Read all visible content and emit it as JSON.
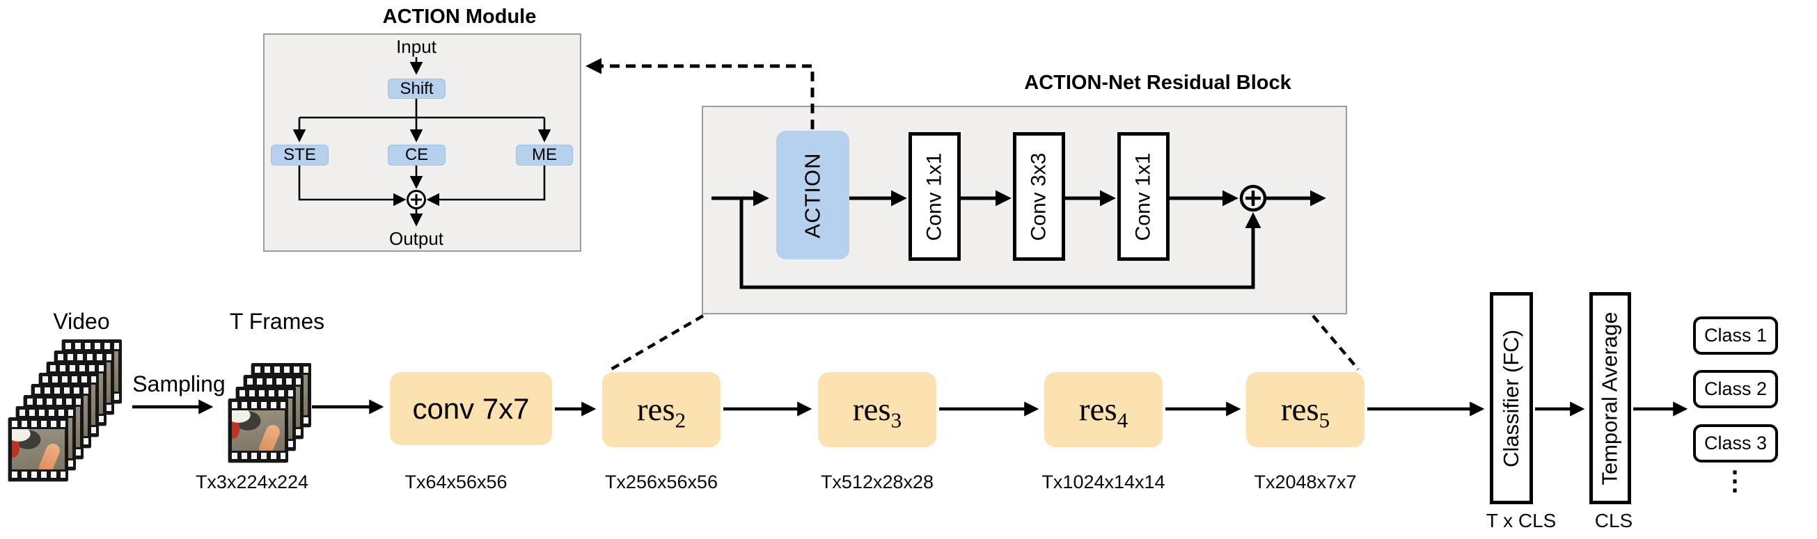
{
  "action_module": {
    "title": "ACTION Module",
    "input_label": "Input",
    "shift_label": "Shift",
    "ste_label": "STE",
    "ce_label": "CE",
    "me_label": "ME",
    "output_label": "Output"
  },
  "residual_block": {
    "title": "ACTION-Net Residual Block",
    "action_label": "ACTION",
    "convs": [
      "Conv 1x1",
      "Conv 3x3",
      "Conv 1x1"
    ]
  },
  "pipeline": {
    "video_label": "Video",
    "sampling_label": "Sampling",
    "tframes_label": "T Frames",
    "tframes_dim": "Tx3x224x224",
    "conv_stage": {
      "label": "conv 7x7",
      "dim": "Tx64x56x56"
    },
    "res_stages": [
      {
        "base": "res",
        "sub": "2",
        "dim": "Tx256x56x56"
      },
      {
        "base": "res",
        "sub": "3",
        "dim": "Tx512x28x28"
      },
      {
        "base": "res",
        "sub": "4",
        "dim": "Tx1024x14x14"
      },
      {
        "base": "res",
        "sub": "5",
        "dim": "Tx2048x7x7"
      }
    ],
    "classifier": {
      "label": "Classifier (FC)",
      "dim": "T x CLS"
    },
    "temporal": {
      "label": "Temporal Average",
      "dim": "CLS"
    },
    "classes": [
      "Class 1",
      "Class 2",
      "Class 3"
    ],
    "more_classes_glyph": "⋮"
  },
  "colors": {
    "module_blue": "#b5d1ed",
    "stage_orange": "#fce2b0",
    "panel_gray": "#f1f0ee"
  }
}
